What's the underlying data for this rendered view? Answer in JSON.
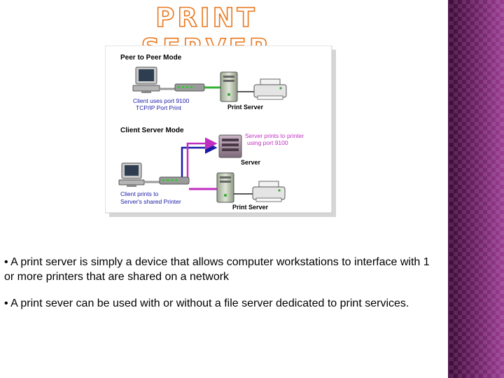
{
  "slide": {
    "title": "PRINT SERVER",
    "accent_color": "#e8771e",
    "side_panel_color": "#8a2d82"
  },
  "diagram": {
    "peer_mode_label": "Peer to Peer Mode",
    "client_port_line1": "Client uses port 9100",
    "client_port_line2": "TCP/IP Port Print",
    "print_server_label_1": "Print Server",
    "client_server_mode_label": "Client Server Mode",
    "server_prints_line1": "Server prints to printer",
    "server_prints_line2": "using port 9100",
    "server_label": "Server",
    "client_prints_line1": "Client prints to",
    "client_prints_line2": "Server's shared Printer",
    "print_server_label_2": "Print Server",
    "icons": [
      "computer-icon",
      "network-hub-icon",
      "tower-server-icon",
      "printer-icon",
      "rack-server-icon"
    ],
    "connection_colors": {
      "gray": "#9a9a9a",
      "green": "#33b233",
      "blue": "#1a1aa8",
      "purple": "#c02ec0"
    }
  },
  "bullets": [
    "• A print server is simply a device that allows computer workstations to interface with 1 or more printers that are shared on a network",
    "• A print sever can be used with or without a file server dedicated to print services."
  ]
}
